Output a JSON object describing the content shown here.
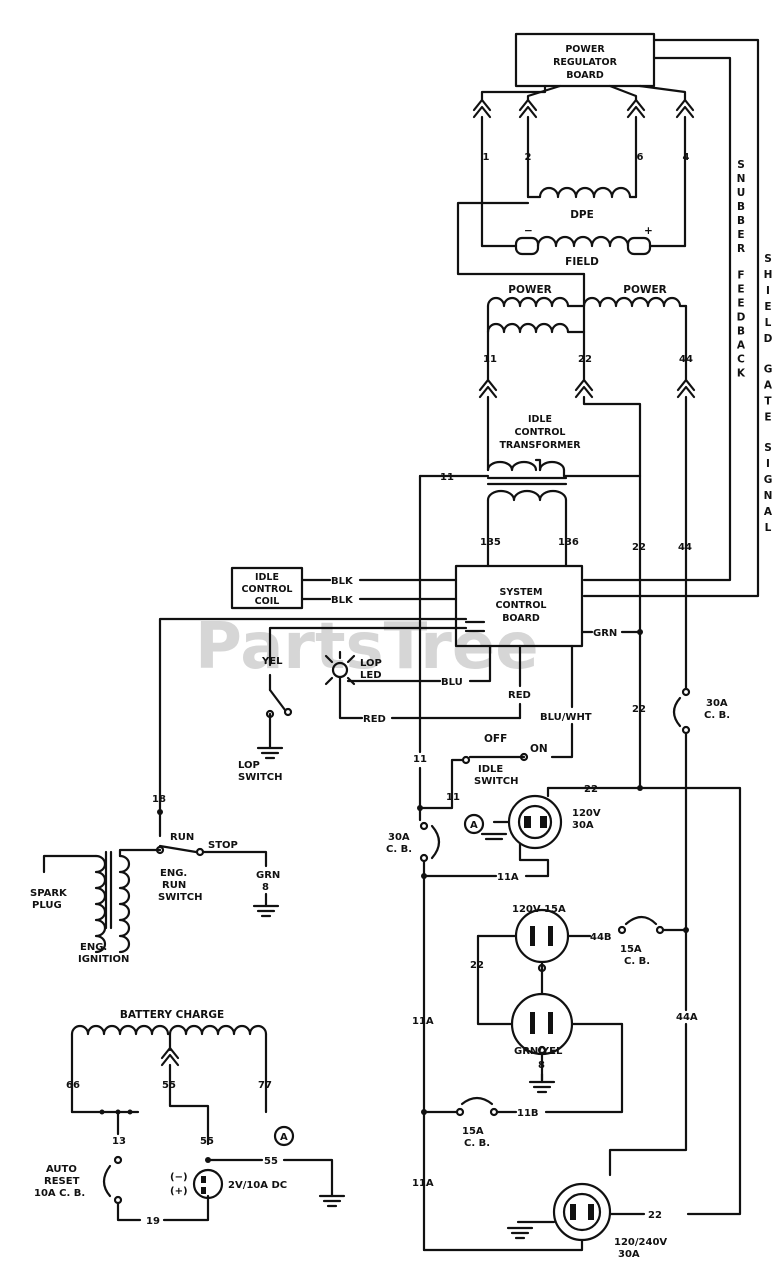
{
  "watermark": "PartsTree",
  "regulator": {
    "line1": "POWER",
    "line2": "REGULATOR",
    "line3": "BOARD"
  },
  "reg_pins": [
    "1",
    "2",
    "6",
    "4"
  ],
  "dpe": "DPE",
  "field": "FIELD",
  "field_minus": "−",
  "field_plus": "+",
  "power_left": "POWER",
  "power_right": "POWER",
  "pwr_pins": [
    "11",
    "22",
    "44"
  ],
  "snubber_feedback": "SNUBBER FEEDBACK",
  "shield_gate_signal": "SHIELD GATE SIGNAL",
  "idle_transformer": {
    "line1": "IDLE",
    "line2": "CONTROL",
    "line3": "TRANSFORMER"
  },
  "wire_11_top": "11",
  "wire_135": "135",
  "wire_136": "136",
  "wire_22_a": "22",
  "wire_44_a": "44",
  "system_board": {
    "line1": "SYSTEM",
    "line2": "CONTROL",
    "line3": "BOARD"
  },
  "idle_coil": {
    "line1": "IDLE",
    "line2": "CONTROL",
    "line3": "COIL"
  },
  "blk1": "BLK",
  "blk2": "BLK",
  "grn": "GRN",
  "yel": "YEL",
  "lop_led": {
    "line1": "LOP",
    "line2": "LED"
  },
  "blu": "BLU",
  "red1": "RED",
  "red2": "RED",
  "blu_wht": "BLU/WHT",
  "lop_switch": {
    "line1": "LOP",
    "line2": "SWITCH"
  },
  "wire_11_mid": "11",
  "wire_22_mid": "22",
  "breaker_30a_right": {
    "line1": "30A",
    "line2": "C. B."
  },
  "idle_switch": {
    "off": "OFF",
    "on": "ON",
    "line1": "IDLE",
    "line2": "SWITCH"
  },
  "wire_11_sw": "11",
  "wire_22_top": "22",
  "ground_a": "A",
  "receptacle_30a": {
    "line1": "120V",
    "line2": "30A"
  },
  "breaker_30a_left": {
    "line1": "30A",
    "line2": "C. B."
  },
  "wire_11a_1": "11A",
  "wire_18": "18",
  "run": "RUN",
  "stop": "STOP",
  "eng_run_switch": {
    "line1": "ENG.",
    "line2": "RUN",
    "line3": "SWITCH"
  },
  "grn_8": {
    "line1": "GRN",
    "line2": "8"
  },
  "spark_plug": {
    "line1": "SPARK",
    "line2": "PLUG"
  },
  "eng_ignition": {
    "line1": "ENG.",
    "line2": "IGNITION"
  },
  "duplex": {
    "label": "120V 15A",
    "wire_44b": "44B",
    "wire_22": "22"
  },
  "breaker_15a_right": {
    "line1": "15A",
    "line2": "C. B."
  },
  "wire_11a_2": "11A",
  "wire_44a": "44A",
  "grn_yel": {
    "line1": "GRN/YEL",
    "line2": "8"
  },
  "breaker_15a_left": {
    "line1": "15A",
    "line2": "C. B."
  },
  "wire_11b": "11B",
  "battery_charge": "BATTERY CHARGE",
  "bc_pins": [
    "66",
    "55",
    "77"
  ],
  "wire_13": "13",
  "wire_55_a": "55",
  "wire_55_b": "55",
  "ground_a2": "A",
  "auto_reset": {
    "line1": "AUTO",
    "line2": "RESET",
    "line3": "10A C. B."
  },
  "rectifier": {
    "minus": "(−)",
    "plus": "(+)",
    "label": "2V/10A DC"
  },
  "wire_19": "19",
  "wire_11a_3": "11A",
  "wire_22_bot": "22",
  "receptacle_240": {
    "line1": "120/240V",
    "line2": "30A"
  }
}
